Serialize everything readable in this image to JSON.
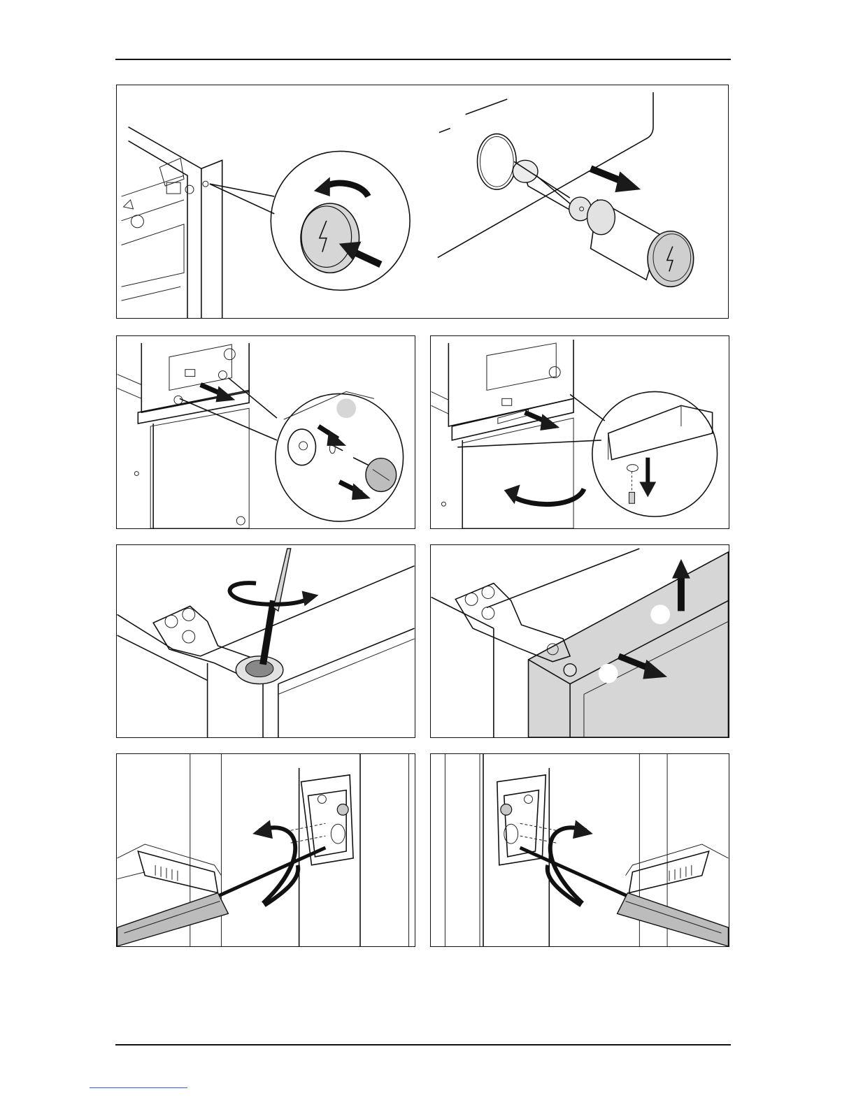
{
  "page": {
    "background": "#ffffff",
    "line_color": "#111111",
    "shade_color": "#d6d6d6",
    "link_underline_color": "#3b5bd9"
  },
  "figures": [
    {
      "id": "unlock-button-and-pull-pin",
      "icons": [
        "lightning-icon",
        "rotate-arrow-icon",
        "push-arrow-icon",
        "pull-arrow-icon"
      ]
    },
    {
      "id": "remove-knob-screw",
      "icons": [
        "pull-arrow-icon",
        "screw-icon",
        "knob-icon"
      ]
    },
    {
      "id": "remove-trim-screw",
      "icons": [
        "pull-arrow-icon",
        "rotate-arrow-icon",
        "screw-icon"
      ]
    },
    {
      "id": "unscrew-hinge-plate",
      "icons": [
        "screwdriver-icon",
        "rotate-arrow-icon"
      ]
    },
    {
      "id": "lift-and-pull-door",
      "icons": [
        "lift-arrow-icon",
        "pull-arrow-icon"
      ]
    },
    {
      "id": "adjust-left-hinge",
      "icons": [
        "screwdriver-icon",
        "rotate-arrow-icon"
      ]
    },
    {
      "id": "adjust-right-hinge",
      "icons": [
        "screwdriver-icon",
        "rotate-arrow-icon"
      ]
    }
  ]
}
